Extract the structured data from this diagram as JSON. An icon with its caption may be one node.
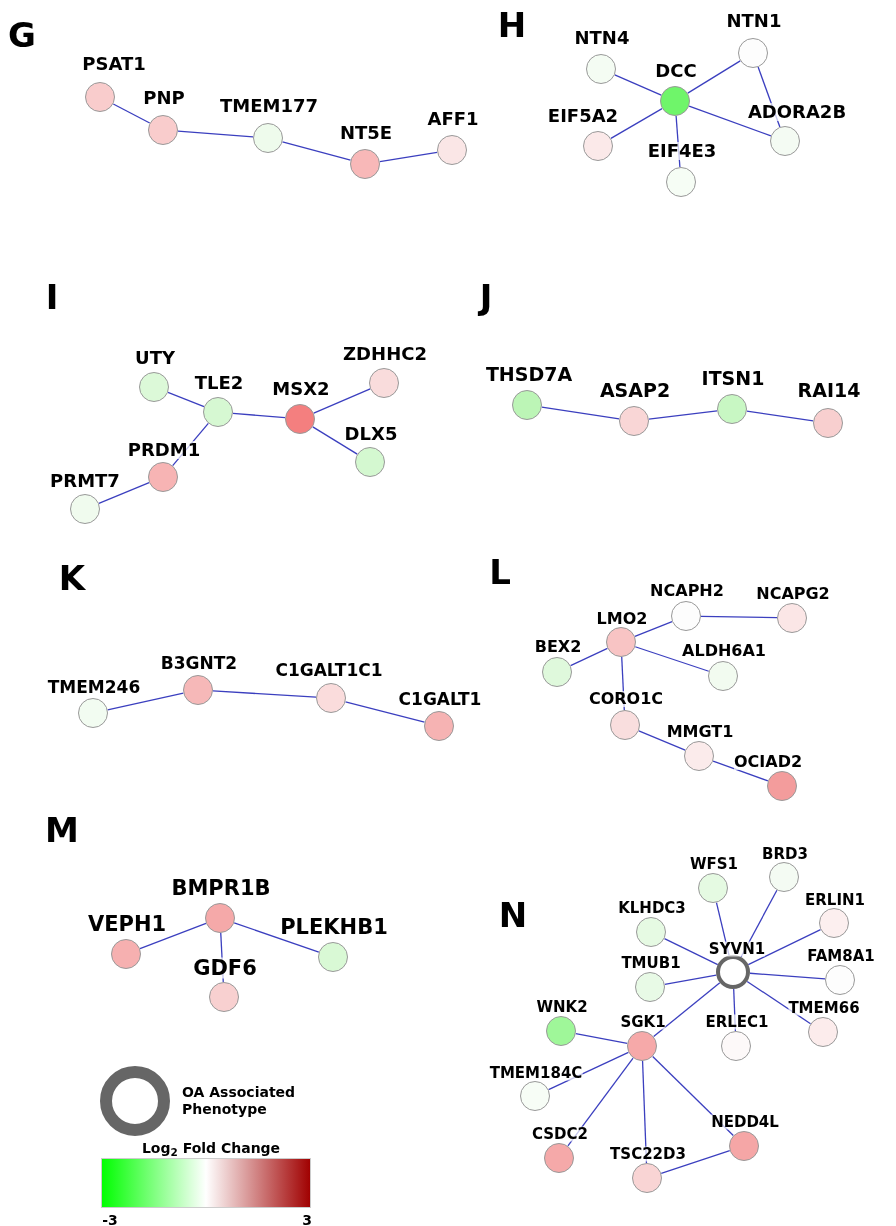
{
  "diagram": {
    "nodes": [
      {
        "text": [
          "PSAT1"
        ]
      },
      {
        "text": [
          "PNP"
        ]
      },
      {
        "text": [
          "TMEM177"
        ]
      },
      {
        "text": [
          "NT5E"
        ]
      },
      {
        "text": [
          "AFF1"
        ]
      },
      {
        "text": [
          "NTN4"
        ]
      },
      {
        "text": [
          "DCC"
        ]
      },
      {
        "text": [
          "NTN1"
        ]
      },
      {
        "text": [
          "EIF5A2"
        ]
      },
      {
        "text": [
          "EIF4E3"
        ]
      },
      {
        "text": [
          "ADORA2B"
        ]
      },
      {
        "text": [
          "UTY"
        ]
      },
      {
        "text": [
          "TLE2"
        ]
      },
      {
        "text": [
          "MSX2"
        ]
      },
      {
        "text": [
          "ZDHHC2"
        ]
      },
      {
        "text": [
          "DLX5"
        ]
      },
      {
        "text": [
          "PRDM1"
        ]
      },
      {
        "text": [
          "PRMT7"
        ]
      },
      {
        "text": [
          "THSD7A"
        ]
      },
      {
        "text": [
          "ASAP2"
        ]
      },
      {
        "text": [
          "ITSN1"
        ]
      },
      {
        "text": [
          "RAI14"
        ]
      },
      {
        "text": [
          "TMEM246"
        ]
      },
      {
        "text": [
          "B3GNT2"
        ]
      },
      {
        "text": [
          "C1GALT1C1"
        ]
      },
      {
        "text": [
          "C1GALT1"
        ]
      },
      {
        "text": [
          "NCAPH2"
        ]
      },
      {
        "text": [
          "NCAPG2"
        ]
      },
      {
        "text": [
          "LMO2"
        ]
      },
      {
        "text": [
          "BEX2"
        ]
      },
      {
        "text": [
          "ALDH6A1"
        ]
      },
      {
        "text": [
          "CORO1C"
        ]
      },
      {
        "text": [
          "MMGT1"
        ]
      },
      {
        "text": [
          "OCIAD2"
        ]
      },
      {
        "text": [
          "BMPR1B"
        ]
      },
      {
        "text": [
          "VEPH1"
        ]
      },
      {
        "text": [
          "PLEKHB1"
        ]
      },
      {
        "text": [
          "GDF6"
        ]
      },
      {
        "text": [
          "WFS1"
        ]
      },
      {
        "text": [
          "BRD3"
        ]
      },
      {
        "text": [
          "KLHDC3"
        ]
      },
      {
        "text": [
          "ERLIN1"
        ]
      },
      {
        "text": [
          "SYVN1"
        ]
      },
      {
        "text": [
          "TMUB1"
        ]
      },
      {
        "text": [
          "FAM8A1"
        ]
      },
      {
        "text": [
          "WNK2"
        ]
      },
      {
        "text": [
          "SGK1"
        ]
      },
      {
        "text": [
          "ERLEC1"
        ]
      },
      {
        "text": [
          "TMEM66"
        ]
      },
      {
        "text": [
          "TMEM184C"
        ]
      },
      {
        "text": [
          "NEDD4L"
        ]
      },
      {
        "text": [
          "CSDC2"
        ]
      },
      {
        "text": [
          "TSC22D3"
        ]
      }
    ],
    "edges": [
      {
        "from": 0,
        "to": 1,
        "arrow": "none"
      },
      {
        "from": 1,
        "to": 2,
        "arrow": "none"
      },
      {
        "from": 2,
        "to": 3,
        "arrow": "none"
      },
      {
        "from": 3,
        "to": 4,
        "arrow": "none"
      },
      {
        "from": 5,
        "to": 6,
        "arrow": "none"
      },
      {
        "from": 6,
        "to": 7,
        "arrow": "none"
      },
      {
        "from": 6,
        "to": 8,
        "arrow": "none"
      },
      {
        "from": 6,
        "to": 9,
        "arrow": "none"
      },
      {
        "from": 6,
        "to": 10,
        "arrow": "none"
      },
      {
        "from": 7,
        "to": 10,
        "arrow": "none"
      },
      {
        "from": 11,
        "to": 12,
        "arrow": "none"
      },
      {
        "from": 12,
        "to": 13,
        "arrow": "none"
      },
      {
        "from": 13,
        "to": 14,
        "arrow": "none"
      },
      {
        "from": 13,
        "to": 15,
        "arrow": "none"
      },
      {
        "from": 12,
        "to": 16,
        "arrow": "none"
      },
      {
        "from": 16,
        "to": 17,
        "arrow": "none"
      },
      {
        "from": 18,
        "to": 19,
        "arrow": "none"
      },
      {
        "from": 19,
        "to": 20,
        "arrow": "none"
      },
      {
        "from": 20,
        "to": 21,
        "arrow": "none"
      },
      {
        "from": 22,
        "to": 23,
        "arrow": "none"
      },
      {
        "from": 23,
        "to": 24,
        "arrow": "none"
      },
      {
        "from": 24,
        "to": 25,
        "arrow": "none"
      },
      {
        "from": 28,
        "to": 26,
        "arrow": "none"
      },
      {
        "from": 26,
        "to": 27,
        "arrow": "none"
      },
      {
        "from": 28,
        "to": 29,
        "arrow": "none"
      },
      {
        "from": 28,
        "to": 30,
        "arrow": "none"
      },
      {
        "from": 28,
        "to": 31,
        "arrow": "none"
      },
      {
        "from": 31,
        "to": 32,
        "arrow": "none"
      },
      {
        "from": 32,
        "to": 33,
        "arrow": "none"
      },
      {
        "from": 34,
        "to": 35,
        "arrow": "none"
      },
      {
        "from": 34,
        "to": 37,
        "arrow": "none"
      },
      {
        "from": 34,
        "to": 36,
        "arrow": "none"
      },
      {
        "from": 42,
        "to": 38,
        "arrow": "none"
      },
      {
        "from": 42,
        "to": 39,
        "arrow": "none"
      },
      {
        "from": 42,
        "to": 40,
        "arrow": "none"
      },
      {
        "from": 42,
        "to": 41,
        "arrow": "none"
      },
      {
        "from": 42,
        "to": 43,
        "arrow": "none"
      },
      {
        "from": 42,
        "to": 44,
        "arrow": "none"
      },
      {
        "from": 42,
        "to": 47,
        "arrow": "none"
      },
      {
        "from": 42,
        "to": 48,
        "arrow": "none"
      },
      {
        "from": 42,
        "to": 46,
        "arrow": "none"
      },
      {
        "from": 46,
        "to": 45,
        "arrow": "none"
      },
      {
        "from": 46,
        "to": 49,
        "arrow": "none"
      },
      {
        "from": 46,
        "to": 51,
        "arrow": "none"
      },
      {
        "from": 46,
        "to": 52,
        "arrow": "none"
      },
      {
        "from": 46,
        "to": 50,
        "arrow": "none"
      },
      {
        "from": 52,
        "to": 50,
        "arrow": "none"
      }
    ],
    "labels": [
      "G",
      "H",
      "I",
      "J",
      "K",
      "L",
      "M",
      "N",
      "Log$_{2}$ Fold Change",
      "-3",
      "3"
    ],
    "legend": [
      {
        "text": "OA Associated Phenotype"
      }
    ]
  }
}
